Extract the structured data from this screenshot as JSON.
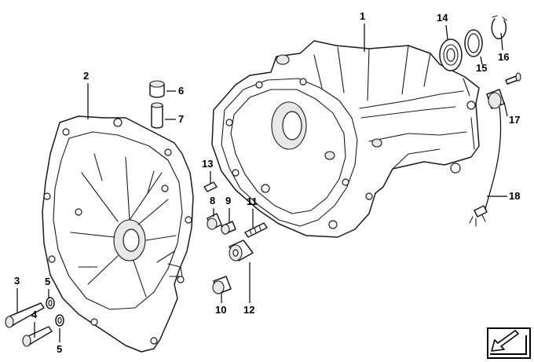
{
  "callouts": {
    "c1": "1",
    "c2": "2",
    "c3": "3",
    "c4": "4",
    "c5a": "5",
    "c5b": "5",
    "c6": "6",
    "c7": "7",
    "c8": "8",
    "c9": "9",
    "c10": "10",
    "c11": "11",
    "c12": "12",
    "c13": "13",
    "c14": "14",
    "c15": "15",
    "c16": "16",
    "c17": "17",
    "c18": "18"
  },
  "icons": {
    "corner": "arrow-into-box-icon"
  }
}
